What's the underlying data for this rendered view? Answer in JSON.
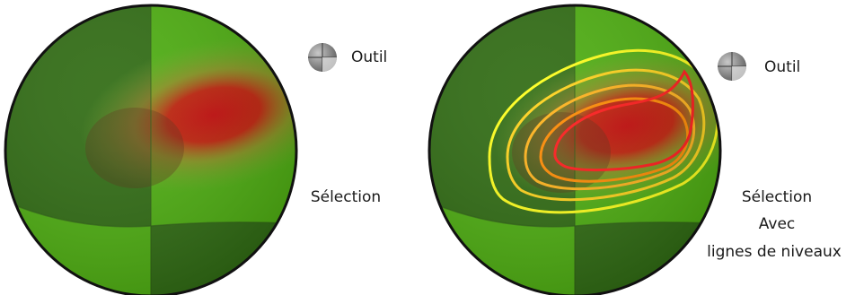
{
  "panels": [
    {
      "tool_label": "Outil",
      "selection_lines": [
        "Sélection"
      ]
    },
    {
      "tool_label": "Outil",
      "selection_lines": [
        "Sélection",
        "Avec",
        "lignes de niveaux"
      ]
    }
  ],
  "colors": {
    "dark_green": "#2f6b12",
    "light_green": "#4dae10",
    "heat_red": "#c40a0a",
    "contour_yellow": "#ffff1a",
    "contour_orange": "#ff8a00",
    "contour_red": "#ff1a1a",
    "tool_gray": "#7a7a7a"
  },
  "icons": {
    "tool": "gray-sphere-icon"
  }
}
